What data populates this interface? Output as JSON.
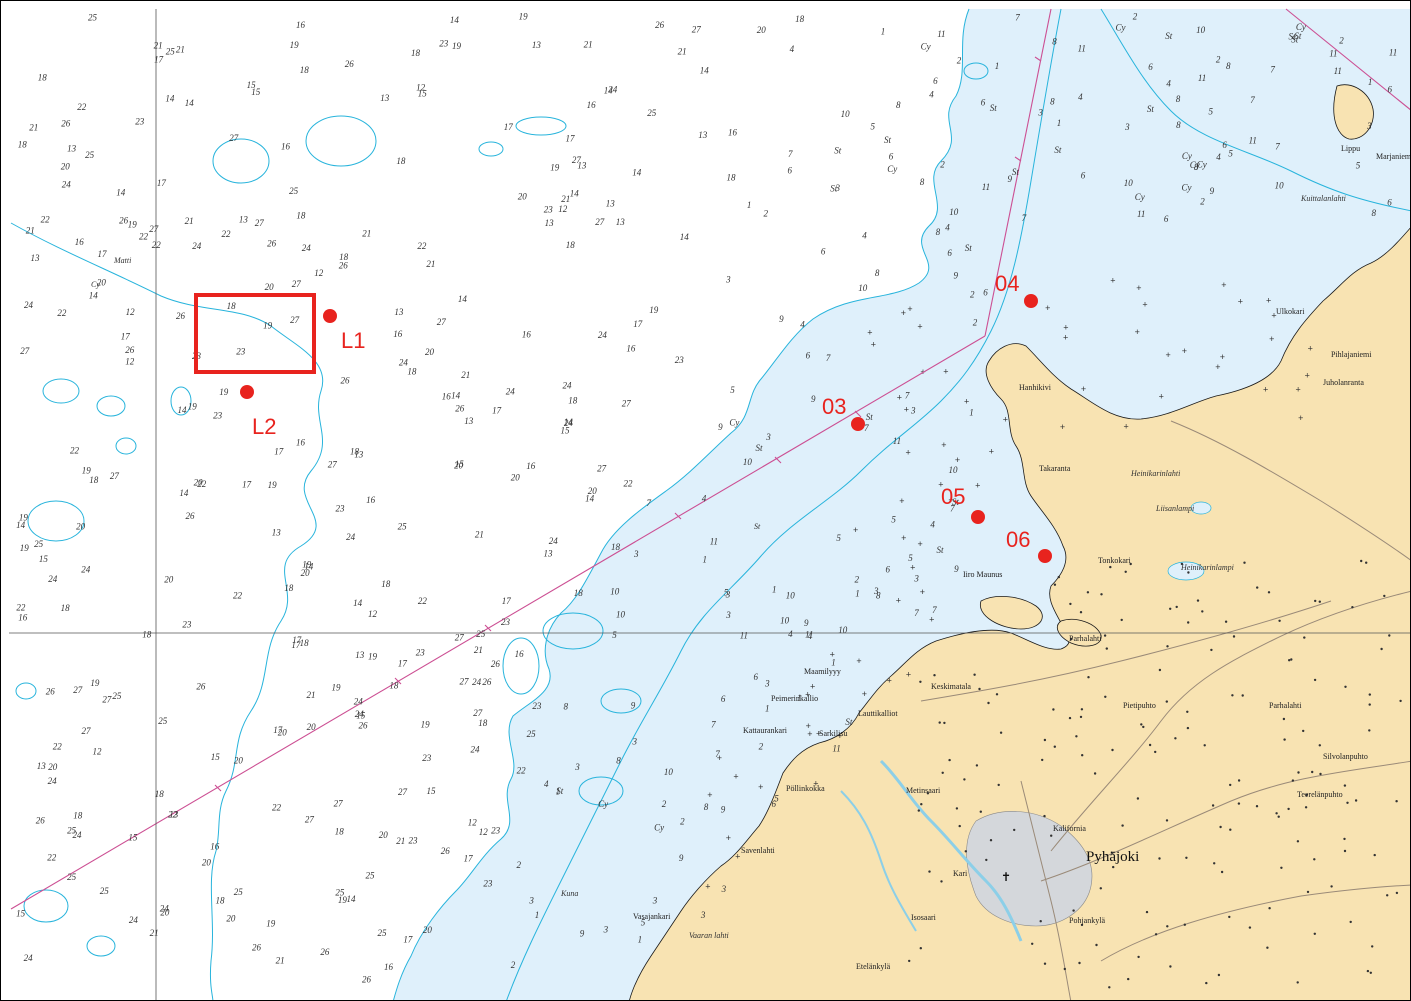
{
  "map": {
    "colors": {
      "land": "#f8e3b2",
      "shallow_water": "#dff0fb",
      "deep_water": "#ffffff",
      "depth_contour": "#28b4dc",
      "fairway": "#cc4f93",
      "grid": "#555555",
      "marker": "#e8231e",
      "roads": "#9a8a78",
      "town": "#d4d7db"
    },
    "markers": [
      {
        "id": "L1",
        "label": "L1"
      },
      {
        "id": "L2",
        "label": "L2"
      },
      {
        "id": "03",
        "label": "03"
      },
      {
        "id": "04",
        "label": "04"
      },
      {
        "id": "05",
        "label": "05"
      },
      {
        "id": "06",
        "label": "06"
      }
    ],
    "highlight_box": {
      "color": "#e8231e"
    },
    "town_label": "Pyhäjoki",
    "place_names": [
      "Hanhikivi",
      "Pietipuhto",
      "Parhalahti",
      "Silvolanpuhto",
      "Teerelänpuhto",
      "Kalifornia",
      "Pohjankylä",
      "Etelänkylä",
      "Marjaniemi",
      "Pihlajaniemi",
      "Juholanranta",
      "Takaranta",
      "Keskimatala",
      "Metinsaari",
      "Maamilyyy",
      "Parhalahti",
      "Tonkokari",
      "Ulkokari",
      "Kuittalanlahti",
      "Heinikarinlahti",
      "Liisanlampi",
      "Heinikarinlampi",
      "Iiro Maunus",
      "Savenlahti",
      "Pöllinkokka",
      "Peimerinkallio",
      "Kattaurankari",
      "Sarkilisu",
      "Lauttikalliot",
      "Kari",
      "Isosaari",
      "Kuna",
      "Vasajankari",
      "Vaaran lahti",
      "Matti",
      "Lippu",
      "Cy",
      "St"
    ],
    "soundings": [
      "14",
      "13",
      "17",
      "16",
      "15",
      "12",
      "18",
      "19",
      "20",
      "21",
      "22",
      "23",
      "24",
      "25",
      "26",
      "27",
      "10",
      "11",
      "9",
      "8",
      "7",
      "6",
      "5",
      "4",
      "3",
      "2",
      "1",
      "St",
      "Cy"
    ]
  }
}
